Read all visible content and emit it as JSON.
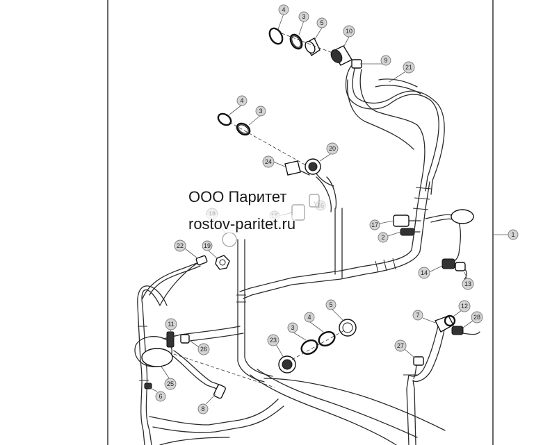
{
  "watermark": {
    "company": "ООО Паритет",
    "website": "rostov-paritet.ru"
  },
  "callouts": {
    "c1": "1",
    "c2": "2",
    "c3a": "3",
    "c3b": "3",
    "c3c": "3",
    "c4a": "4",
    "c4b": "4",
    "c4c": "4",
    "c5a": "5",
    "c5b": "5",
    "c6": "6",
    "c7": "7",
    "c8": "8",
    "c9": "9",
    "c10": "10",
    "c11": "11",
    "c12": "12",
    "c13": "13",
    "c14": "14",
    "c15": "15",
    "c16": "16",
    "c17": "17",
    "c18": "18",
    "c19": "19",
    "c20": "20",
    "c21": "21",
    "c22": "22",
    "c23": "23",
    "c24": "24",
    "c25": "25",
    "c26": "26",
    "c27": "27",
    "c28": "28"
  }
}
